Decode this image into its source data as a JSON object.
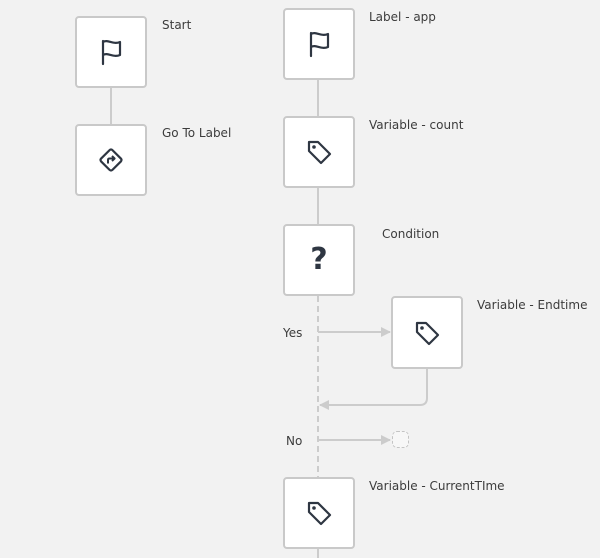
{
  "nodes": {
    "start": {
      "label": "Start",
      "icon": "flag-icon"
    },
    "go_to_label": {
      "label": "Go To Label",
      "icon": "turn-right-diamond-icon"
    },
    "label_app": {
      "label": "Label - app",
      "icon": "flag-icon"
    },
    "variable_count": {
      "label": "Variable - count",
      "icon": "tag-icon"
    },
    "condition": {
      "label": "Condition",
      "icon": "question-icon",
      "glyph": "?"
    },
    "variable_endtime": {
      "label": "Variable - Endtime",
      "icon": "tag-icon"
    },
    "variable_currenttime": {
      "label": "Variable - CurrentTIme",
      "icon": "tag-icon"
    }
  },
  "branches": {
    "yes": "Yes",
    "no": "No"
  },
  "colors": {
    "background": "#f2f2f2",
    "node_border": "#c9c9c9",
    "icon": "#2e3642",
    "connector": "#cccccc"
  }
}
